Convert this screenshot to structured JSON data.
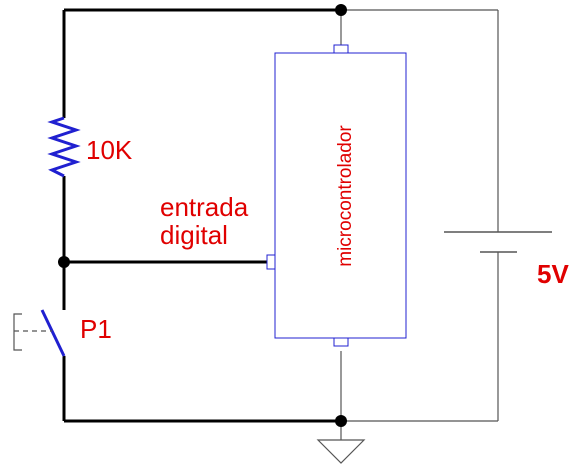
{
  "labels": {
    "resistor_value": "10K",
    "input_label_line1": "entrada",
    "input_label_line2": "digital",
    "switch_label": "P1",
    "mcu_label": "microcontrolador",
    "supply_label": "5V"
  },
  "colors": {
    "wire": "#000000",
    "thin_wire": "#555555",
    "resistor": "#2020d0",
    "mcu_outline": "#2020d0",
    "switch": "#2020d0",
    "text": "#e00000"
  }
}
